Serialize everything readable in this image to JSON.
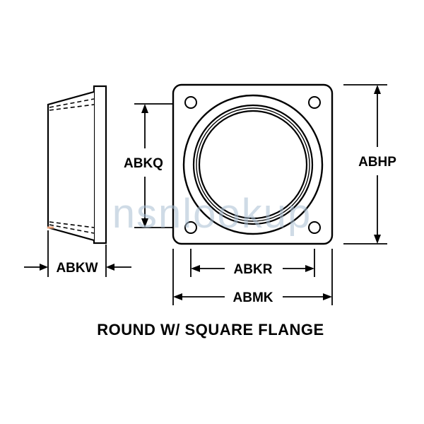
{
  "caption": "ROUND W/ SQUARE FLANGE",
  "watermark": "nsnlookup",
  "dimensions": {
    "abkw": "ABKW",
    "abkq": "ABKQ",
    "abhp": "ABHP",
    "abkr": "ABKR",
    "abmk": "ABMK"
  },
  "colors": {
    "line": "#000000",
    "watermark": "#a9bfd3",
    "accent": "#e8a27a"
  }
}
